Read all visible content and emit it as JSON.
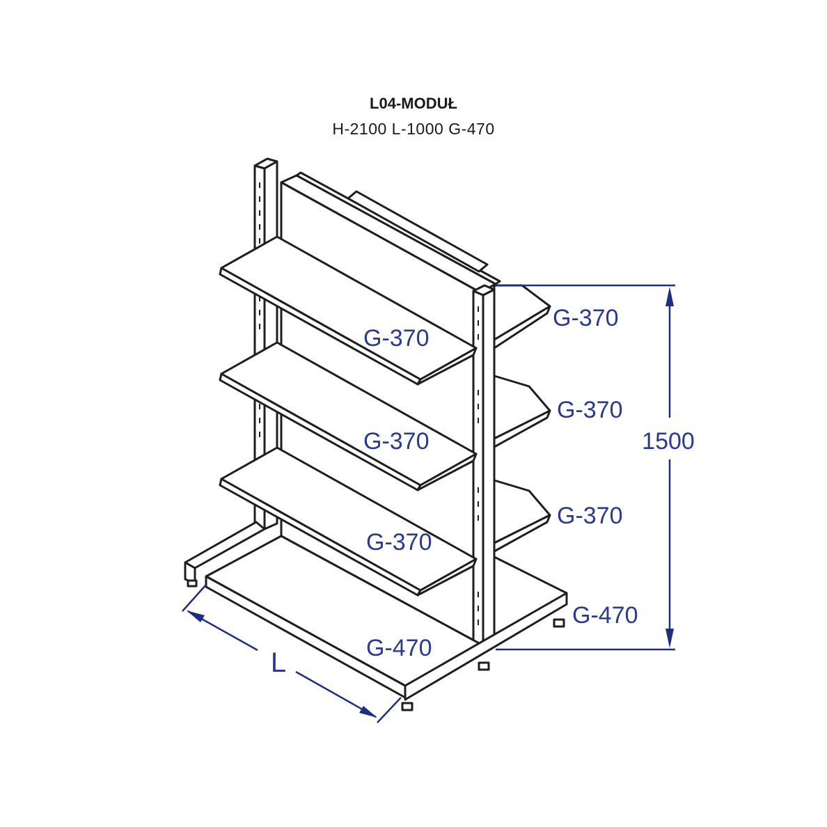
{
  "header": {
    "title": "L04-MODUŁ",
    "subtitle": "H-2100 L-1000 G-470"
  },
  "dimensions": {
    "height_label": "1500",
    "length_label": "L",
    "shelf_labels_front": [
      "G-370",
      "G-370",
      "G-370"
    ],
    "shelf_labels_back": [
      "G-370",
      "G-370",
      "G-370"
    ],
    "base_label_front": "G-470",
    "base_label_back": "G-470"
  },
  "colors": {
    "dimension": "#2a3a8c",
    "outline": "#1e1e1e"
  }
}
